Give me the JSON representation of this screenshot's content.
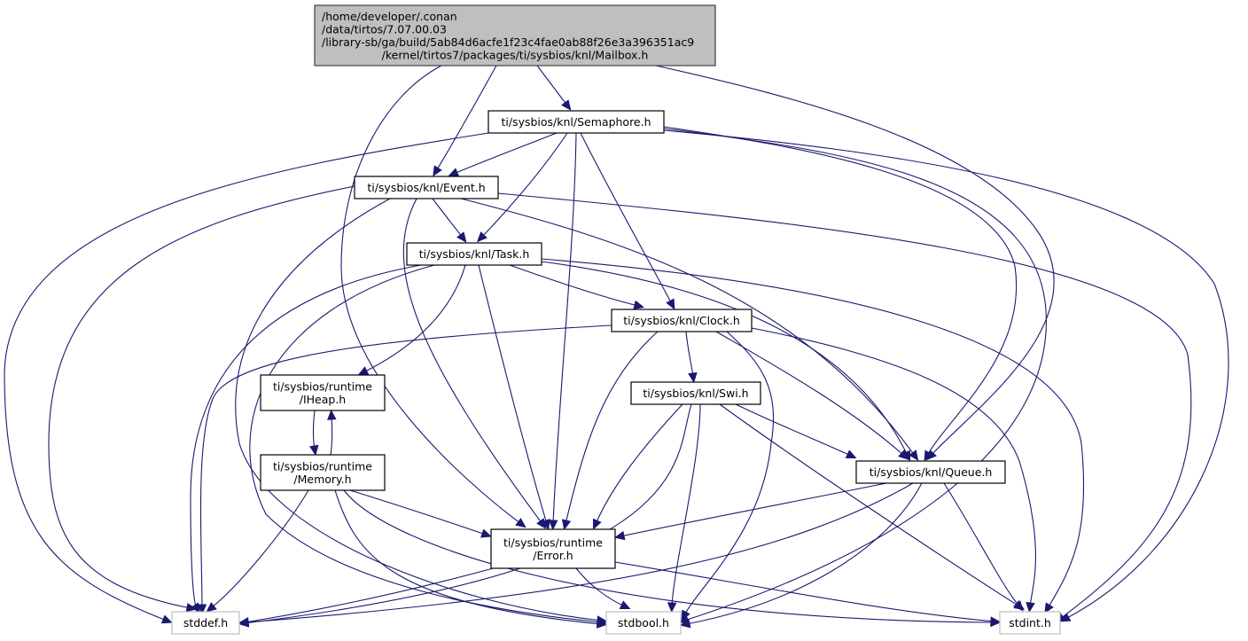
{
  "diagram": {
    "type": "include-dependency-graph",
    "colors": {
      "edge": "#191970",
      "root_fill": "#bfbfbf",
      "node_border": "#000000",
      "external_border": "#bfbfbf"
    },
    "nodes": [
      {
        "id": "mailbox",
        "kind": "root",
        "lines": [
          "/home/developer/.conan",
          "/data/tirtos/7.07.00.03",
          "/library-sb/ga/build/5ab84d6acfe1f23c4fae0ab88f26e3a396351ac9",
          "/kernel/tirtos7/packages/ti/sysbios/knl/Mailbox.h"
        ]
      },
      {
        "id": "semaphore",
        "kind": "internal",
        "lines": [
          "ti/sysbios/knl/Semaphore.h"
        ]
      },
      {
        "id": "event",
        "kind": "internal",
        "lines": [
          "ti/sysbios/knl/Event.h"
        ]
      },
      {
        "id": "task",
        "kind": "internal",
        "lines": [
          "ti/sysbios/knl/Task.h"
        ]
      },
      {
        "id": "clock",
        "kind": "internal",
        "lines": [
          "ti/sysbios/knl/Clock.h"
        ]
      },
      {
        "id": "iheap",
        "kind": "internal",
        "lines": [
          "ti/sysbios/runtime",
          "/IHeap.h"
        ]
      },
      {
        "id": "swi",
        "kind": "internal",
        "lines": [
          "ti/sysbios/knl/Swi.h"
        ]
      },
      {
        "id": "memory",
        "kind": "internal",
        "lines": [
          "ti/sysbios/runtime",
          "/Memory.h"
        ]
      },
      {
        "id": "queue",
        "kind": "internal",
        "lines": [
          "ti/sysbios/knl/Queue.h"
        ]
      },
      {
        "id": "error",
        "kind": "internal",
        "lines": [
          "ti/sysbios/runtime",
          "/Error.h"
        ]
      },
      {
        "id": "stddef",
        "kind": "external",
        "lines": [
          "stddef.h"
        ]
      },
      {
        "id": "stdbool",
        "kind": "external",
        "lines": [
          "stdbool.h"
        ]
      },
      {
        "id": "stdint",
        "kind": "external",
        "lines": [
          "stdint.h"
        ]
      }
    ],
    "edges": [
      [
        "mailbox",
        "semaphore"
      ],
      [
        "mailbox",
        "event"
      ],
      [
        "mailbox",
        "error"
      ],
      [
        "mailbox",
        "queue"
      ],
      [
        "semaphore",
        "event"
      ],
      [
        "semaphore",
        "task"
      ],
      [
        "semaphore",
        "clock"
      ],
      [
        "semaphore",
        "error"
      ],
      [
        "semaphore",
        "queue"
      ],
      [
        "semaphore",
        "stddef"
      ],
      [
        "semaphore",
        "stdbool"
      ],
      [
        "semaphore",
        "stdint"
      ],
      [
        "event",
        "task"
      ],
      [
        "event",
        "error"
      ],
      [
        "event",
        "queue"
      ],
      [
        "event",
        "stddef"
      ],
      [
        "event",
        "stdbool"
      ],
      [
        "event",
        "stdint"
      ],
      [
        "task",
        "clock"
      ],
      [
        "task",
        "iheap"
      ],
      [
        "task",
        "error"
      ],
      [
        "task",
        "queue"
      ],
      [
        "task",
        "stddef"
      ],
      [
        "task",
        "stdbool"
      ],
      [
        "task",
        "stdint"
      ],
      [
        "clock",
        "swi"
      ],
      [
        "clock",
        "error"
      ],
      [
        "clock",
        "queue"
      ],
      [
        "clock",
        "stddef"
      ],
      [
        "clock",
        "stdbool"
      ],
      [
        "clock",
        "stdint"
      ],
      [
        "iheap",
        "memory"
      ],
      [
        "memory",
        "iheap"
      ],
      [
        "memory",
        "error"
      ],
      [
        "memory",
        "stddef"
      ],
      [
        "memory",
        "stdbool"
      ],
      [
        "memory",
        "stdint"
      ],
      [
        "swi",
        "error"
      ],
      [
        "swi",
        "queue"
      ],
      [
        "swi",
        "stddef"
      ],
      [
        "swi",
        "stdbool"
      ],
      [
        "swi",
        "stdint"
      ],
      [
        "queue",
        "error"
      ],
      [
        "queue",
        "stddef"
      ],
      [
        "queue",
        "stdbool"
      ],
      [
        "queue",
        "stdint"
      ],
      [
        "error",
        "stddef"
      ],
      [
        "error",
        "stdbool"
      ],
      [
        "error",
        "stdint"
      ]
    ]
  }
}
